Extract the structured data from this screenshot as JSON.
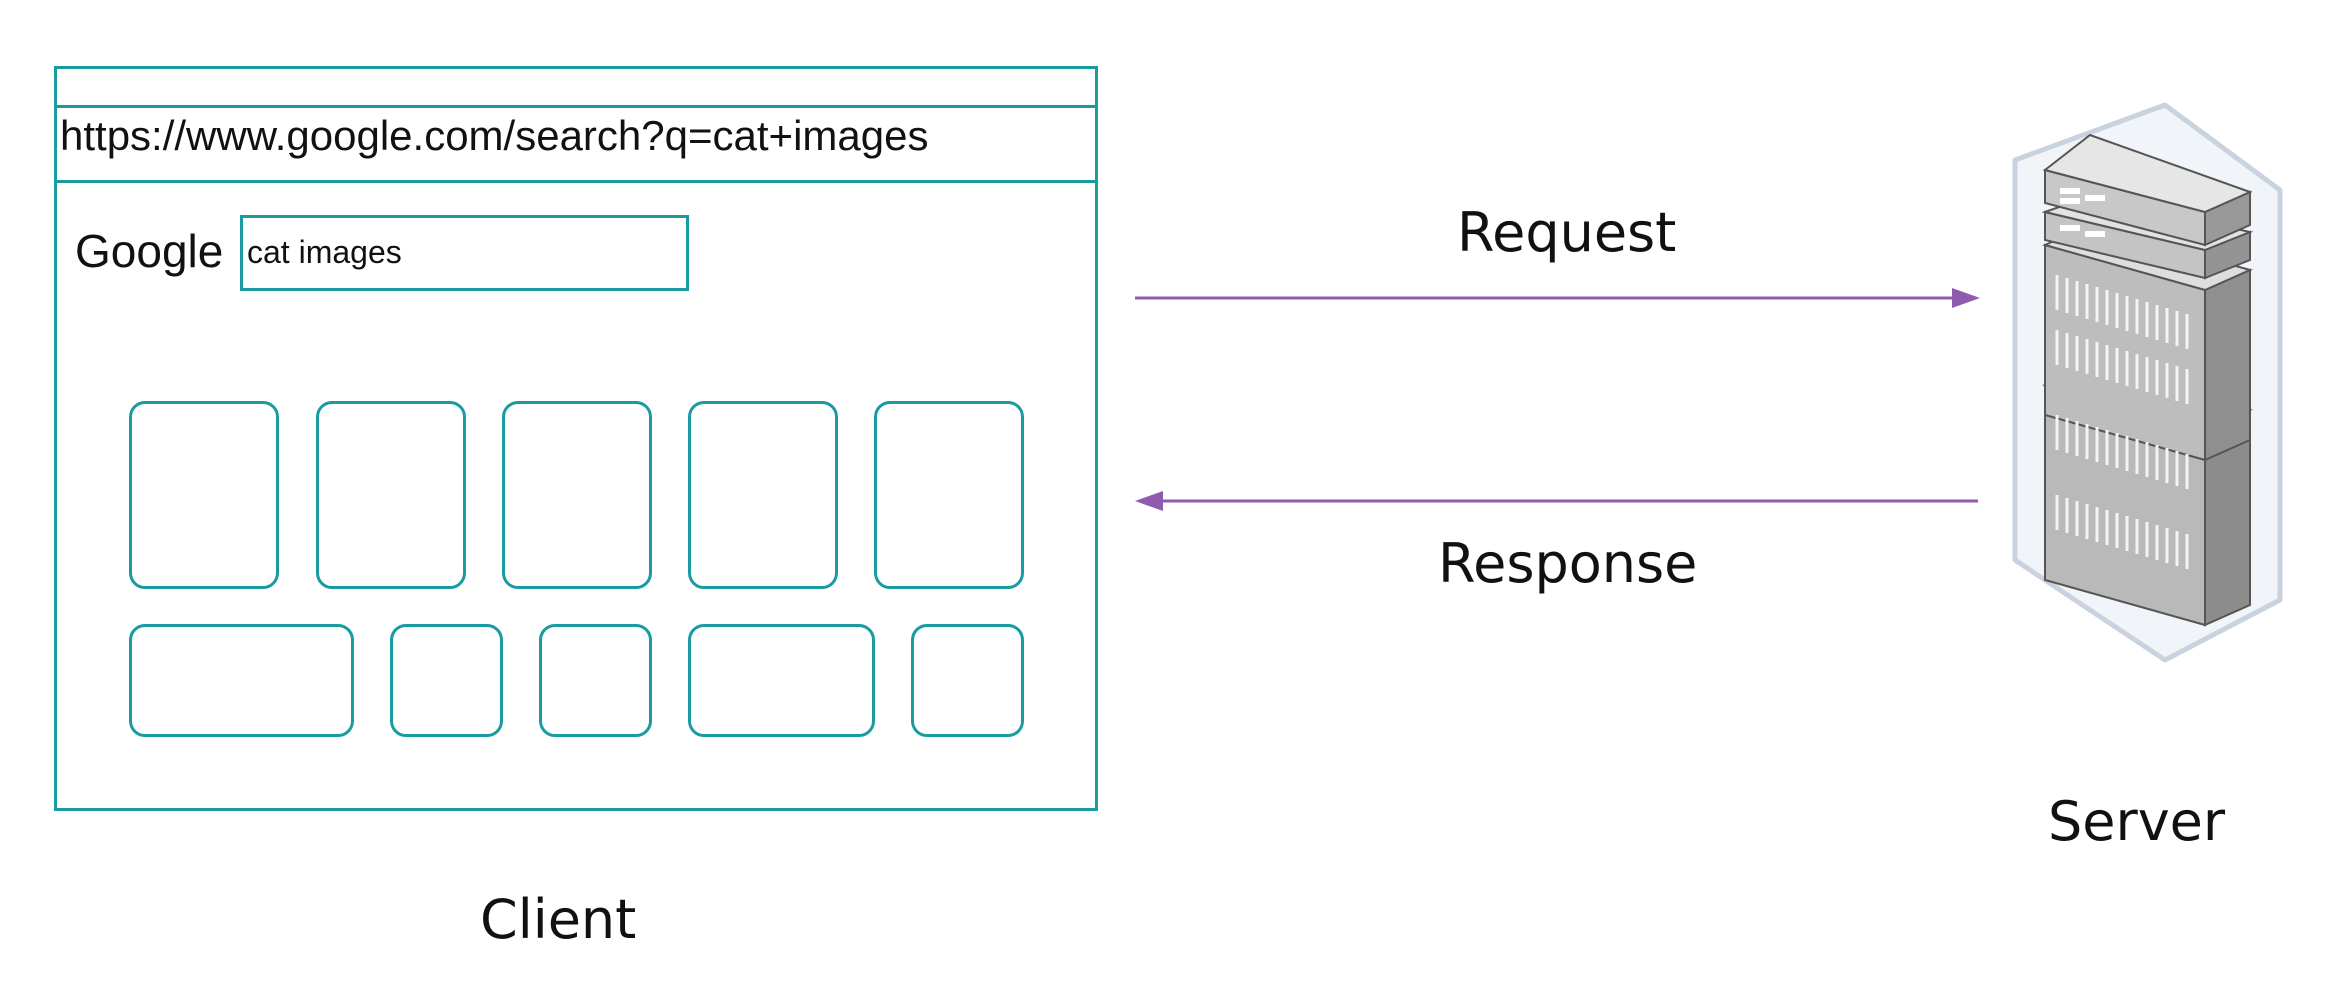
{
  "client": {
    "url": "https://www.google.com/search?q=cat+images",
    "logo_text": "Google",
    "search_value": "cat images",
    "label": "Client"
  },
  "server": {
    "label": "Server"
  },
  "arrows": {
    "request_label": "Request",
    "response_label": "Response"
  },
  "colors": {
    "frame": "#1a9ba1",
    "arrow": "#8e5bad",
    "server_body": "#9a9a9a",
    "server_outline": "#c9d3e0"
  },
  "icons": {
    "server": "server-rack-icon"
  }
}
